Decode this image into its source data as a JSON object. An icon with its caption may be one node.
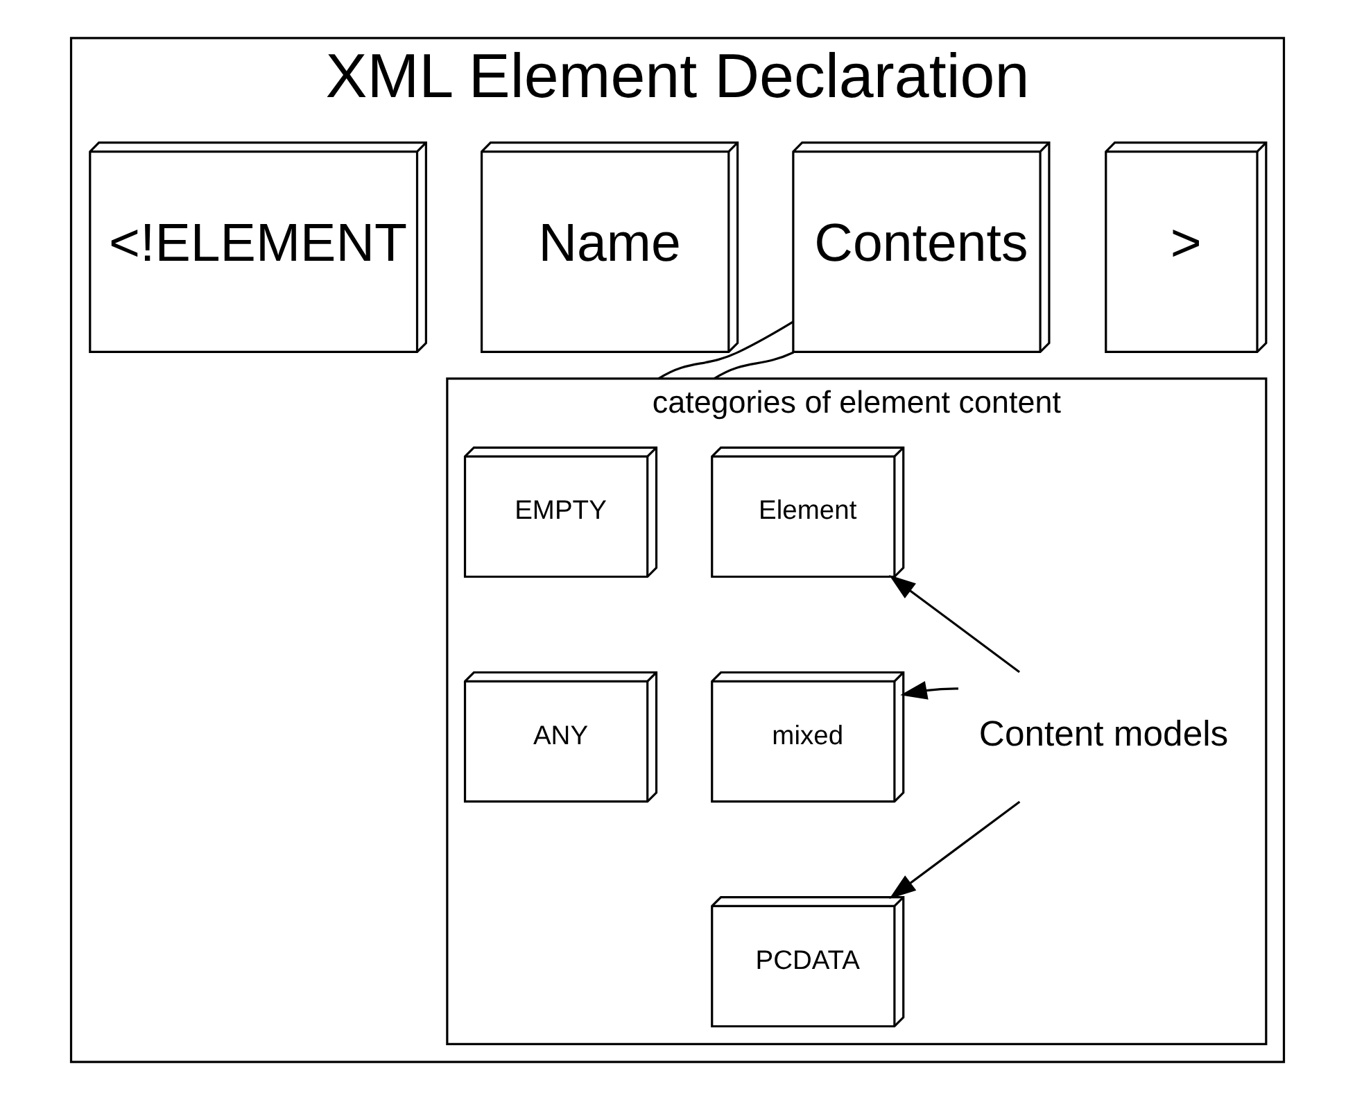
{
  "diagram": {
    "nodes": [
      {
        "text": [
          "XML Element Declaration"
        ]
      },
      {
        "text": [
          "<!ELEMENT"
        ],
        "in": 0
      },
      {
        "text": [
          "Name"
        ],
        "in": 0
      },
      {
        "text": [
          "Contents"
        ],
        "in": 0
      },
      {
        "text": [
          ">"
        ],
        "in": 0
      },
      {
        "text": [
          "categories of element content"
        ],
        "in": 0
      },
      {
        "text": [
          "EMPTY"
        ],
        "in": 5
      },
      {
        "text": [
          "Element"
        ],
        "in": 5
      },
      {
        "text": [
          "ANY"
        ],
        "in": 5
      },
      {
        "text": [
          "mixed"
        ],
        "in": 5
      },
      {
        "text": [
          "PCDATA"
        ],
        "in": 5
      },
      {
        "text": [
          "Content models"
        ],
        "in": 5
      }
    ],
    "edges": [
      {
        "from": 3,
        "to": 5,
        "arrow": "none"
      },
      {
        "from": 3,
        "to": 5,
        "arrow": "none"
      },
      {
        "from": 11,
        "to": 7,
        "arrow": "to"
      },
      {
        "from": 11,
        "to": 9,
        "arrow": "to"
      },
      {
        "from": 11,
        "to": 10,
        "arrow": "to"
      }
    ]
  }
}
